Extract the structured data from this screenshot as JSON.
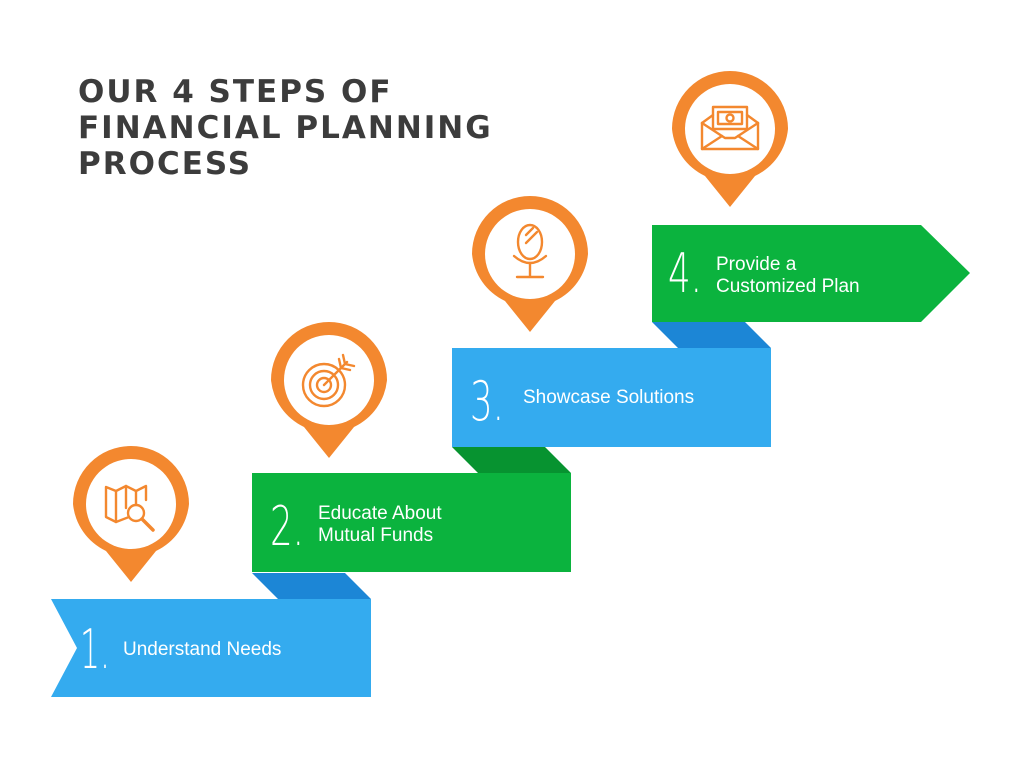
{
  "title": {
    "line1": "OUR 4 STEPS OF",
    "line2": "FINANCIAL PLANNING",
    "line3": "PROCESS"
  },
  "steps": [
    {
      "number": "1.",
      "line1": "Understand Needs",
      "line2": "",
      "icon": "map-search-icon"
    },
    {
      "number": "2.",
      "line1": "Educate About",
      "line2": "Mutual Funds",
      "icon": "target-arrow-icon"
    },
    {
      "number": "3.",
      "line1": "Showcase Solutions",
      "line2": "",
      "icon": "mirror-icon"
    },
    {
      "number": "4.",
      "line1": "Provide a",
      "line2": "Customized Plan",
      "icon": "money-envelope-icon"
    }
  ],
  "colors": {
    "blue": "#34abef",
    "green": "#0bb33e",
    "fold_blue": "#1c86d6",
    "fold_green": "#079330",
    "pin": "#f3882f",
    "title": "#3c3c3c",
    "text": "#ffffff"
  }
}
